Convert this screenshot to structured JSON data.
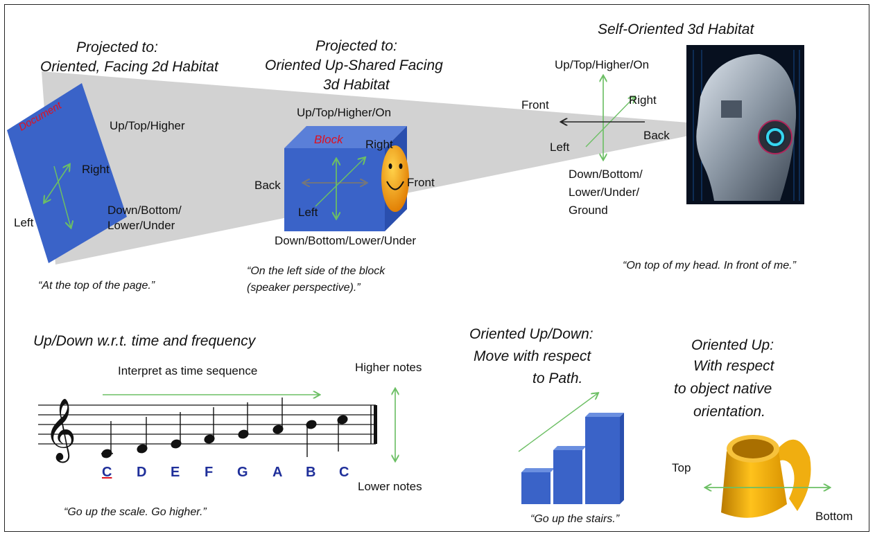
{
  "panel1": {
    "title_line1": "Projected to:",
    "title_line2": "Oriented, Facing 2d Habitat",
    "doc_label": "Document",
    "up": "Up/Top/Higher",
    "right": "Right",
    "left": "Left",
    "down_line1": "Down/Bottom/",
    "down_line2": "Lower/Under",
    "quote": "“At the top of the page.”"
  },
  "panel2": {
    "title_line1": "Projected to:",
    "title_line2": "Oriented Up-Shared Facing",
    "title_line3": "3d Habitat",
    "up": "Up/Top/Higher/On",
    "block_label": "Block",
    "right": "Right",
    "back": "Back",
    "front": "Front",
    "left": "Left",
    "down": "Down/Bottom/Lower/Under",
    "quote_line1": "“On the left side of the block",
    "quote_line2": "(speaker perspective).”"
  },
  "panel3": {
    "title": "Self-Oriented 3d Habitat",
    "up": "Up/Top/Higher/On",
    "front": "Front",
    "right": "Right",
    "back": "Back",
    "left": "Left",
    "down_line1": "Down/Bottom/",
    "down_line2": "Lower/Under/",
    "down_line3": "Ground",
    "quote": "“On top of my head. In front of me.”"
  },
  "music": {
    "title": "Up/Down w.r.t. time and frequency",
    "sequence_label": "Interpret as time sequence",
    "higher": "Higher notes",
    "lower": "Lower notes",
    "notes": [
      "C",
      "D",
      "E",
      "F",
      "G",
      "A",
      "B",
      "C"
    ],
    "quote": "“Go up the scale. Go higher.”"
  },
  "stairs": {
    "title_line1": "Oriented Up/Down:",
    "title_line2": "Move with respect",
    "title_line3": "to Path.",
    "quote": "“Go up the stairs.”"
  },
  "mug": {
    "title_line1": "Oriented Up:",
    "title_line2": "With respect",
    "title_line3": "to object native",
    "title_line4": "orientation.",
    "top": "Top",
    "bottom": "Bottom"
  },
  "colors": {
    "beam": "#d2d2d2",
    "blue_shape": "#3a63c8",
    "red_label": "#e0101e",
    "green_arrow": "#6cbf64",
    "note_blue": "#1f2f9a"
  }
}
